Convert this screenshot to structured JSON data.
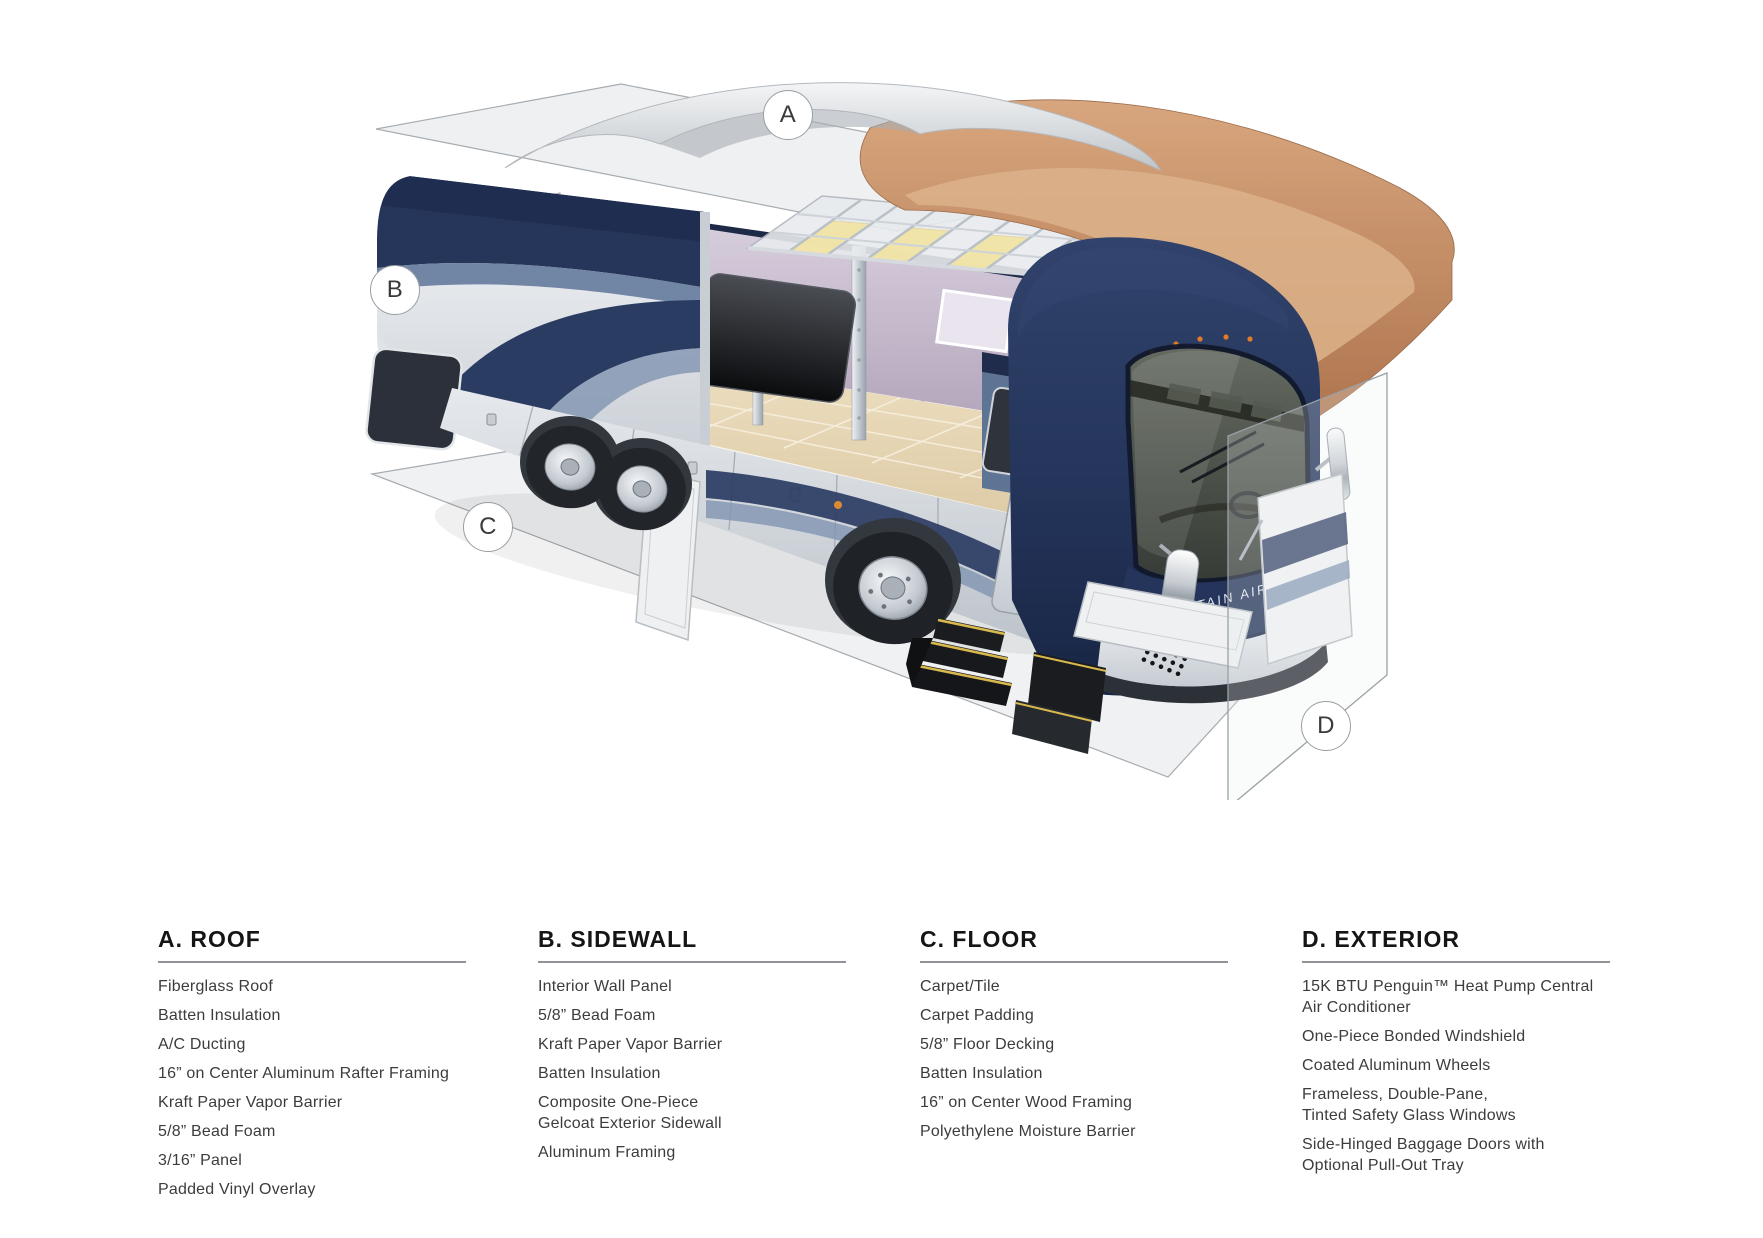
{
  "figure": {
    "vehicle_name": "MOUNTAIN AIRE",
    "description": "Cutaway construction diagram of a Class A motorhome"
  },
  "markers": {
    "a": "A",
    "b": "B",
    "c": "C",
    "d": "D"
  },
  "columns": [
    {
      "letter": "A",
      "title": "A. ROOF",
      "items": [
        "Fiberglass Roof",
        "Batten Insulation",
        "A/C Ducting",
        "16” on Center Aluminum Rafter Framing",
        "Kraft Paper Vapor Barrier",
        "5/8” Bead Foam",
        "3/16” Panel",
        "Padded Vinyl Overlay"
      ]
    },
    {
      "letter": "B",
      "title": "B. SIDEWALL",
      "items": [
        "Interior Wall Panel",
        "5/8” Bead Foam",
        "Kraft Paper Vapor Barrier",
        "Batten Insulation",
        "Composite One-Piece\nGelcoat Exterior Sidewall",
        "Aluminum Framing"
      ]
    },
    {
      "letter": "C",
      "title": "C. FLOOR",
      "items": [
        "Carpet/Tile",
        "Carpet Padding",
        "5/8” Floor Decking",
        "Batten Insulation",
        "16” on Center Wood Framing",
        "Polyethylene Moisture Barrier"
      ]
    },
    {
      "letter": "D",
      "title": "D. EXTERIOR",
      "items": [
        "15K BTU Penguin™ Heat Pump Central\nAir Conditioner",
        "One-Piece Bonded Windshield",
        "Coated Aluminum Wheels",
        "Frameless, Double-Pane,\nTinted Safety Glass Windows",
        "Side-Hinged Baggage Doors with\nOptional Pull-Out Tray"
      ]
    }
  ],
  "colors": {
    "navy": "#22325a",
    "steel_blue": "#7185a4",
    "silver": "#d9dee4",
    "copper_roof_layer": "#bd835c",
    "insulation_yellow": "#f1e4a6",
    "floor_tan": "#e6d7b8",
    "plane_gray": "#f0f1f2",
    "outline_gray": "#a7acb0"
  }
}
